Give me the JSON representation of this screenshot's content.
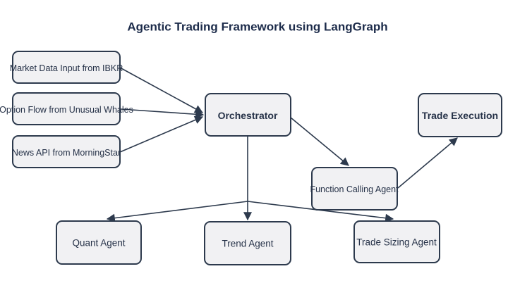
{
  "title": "Agentic Trading Framework using LangGraph",
  "colors": {
    "background": "#ffffff",
    "title_text": "#1c2b4a",
    "node_text": "#263248",
    "node_fill": "#f1f1f3",
    "node_border": "#2d3a4d",
    "edge": "#2d3a4d"
  },
  "nodes": {
    "market_data": {
      "label": "Market Data Input from IBKR"
    },
    "option_flow": {
      "label": "Option Flow from Unusual Whales"
    },
    "news_api": {
      "label": "News API from MorningStar"
    },
    "orchestrator": {
      "label": "Orchestrator"
    },
    "trade_execution": {
      "label": "Trade Execution"
    },
    "function_calling": {
      "label": "Function Calling Agent"
    },
    "quant": {
      "label": "Quant Agent"
    },
    "trend": {
      "label": "Trend Agent"
    },
    "trade_sizing": {
      "label": "Trade Sizing Agent"
    }
  },
  "edges": [
    {
      "from": "market_data",
      "to": "orchestrator"
    },
    {
      "from": "option_flow",
      "to": "orchestrator"
    },
    {
      "from": "news_api",
      "to": "orchestrator"
    },
    {
      "from": "orchestrator",
      "to": "function_calling"
    },
    {
      "from": "function_calling",
      "to": "trade_execution"
    },
    {
      "from": "orchestrator",
      "to": "quant"
    },
    {
      "from": "orchestrator",
      "to": "trend"
    },
    {
      "from": "orchestrator",
      "to": "trade_sizing"
    }
  ]
}
